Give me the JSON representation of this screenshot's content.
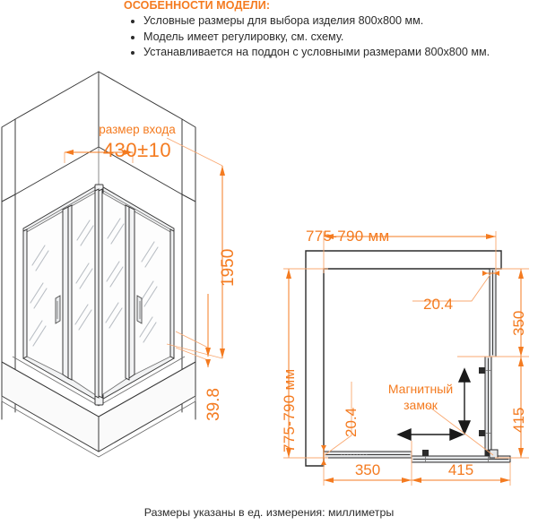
{
  "features": {
    "title": "ОСОБЕННОСТИ МОДЕЛИ:",
    "items": [
      "Условные размеры для выбора изделия 800х800 мм.",
      "Модель имеет регулировку, см. схему.",
      "Устанавливается на поддон с условными размерами 800х800 мм."
    ]
  },
  "iso_view": {
    "entrance_label": "размер входа",
    "entrance_value": "430±10",
    "height_total": "1950",
    "height_base": "39.8"
  },
  "plan_view": {
    "width_top": "775-790 мм",
    "depth_left": "775-790 мм",
    "profile_right": "20.4",
    "profile_left": "20.4",
    "lock_label_line1": "Магнитный",
    "lock_label_line2": "замок",
    "right_upper": "350",
    "right_lower": "415",
    "bottom_left": "350",
    "bottom_right": "415"
  },
  "footer": {
    "note": "Размеры указаны в ед. измерения: миллиметры"
  },
  "colors": {
    "accent": "#F47B20",
    "accent_light": "#F9A870",
    "ink": "#2b2b2b",
    "line": "#3a3a3a"
  }
}
